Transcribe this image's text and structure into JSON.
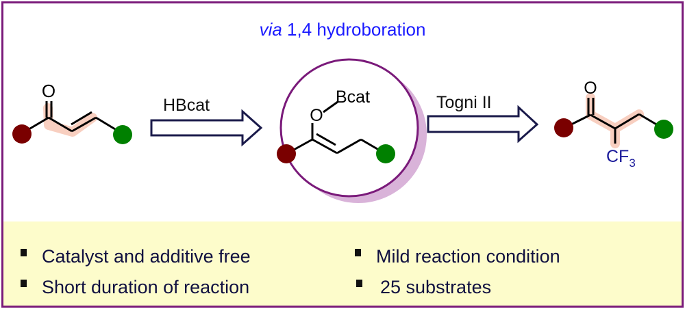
{
  "title": {
    "italic": "via",
    "rest": " 1,4 hydroboration"
  },
  "reagents": {
    "step1": "HBcat",
    "step2": "Togni II"
  },
  "intermediate": {
    "oxygen": "O",
    "boron_group": "Bcat"
  },
  "substrate": {
    "oxygen": "O"
  },
  "product": {
    "oxygen": "O",
    "cf3_main": "CF",
    "cf3_sub": "3"
  },
  "features": [
    "Catalyst and additive free",
    "Short duration of reaction",
    "Mild reaction condition",
    "25 substrates"
  ],
  "colors": {
    "frame": "#7a1a7a",
    "title": "#1a1aff",
    "r1": "#7a0000",
    "r2": "#008000",
    "highlight": "#f8cfc0",
    "circle_shadow": "#d9b3d9",
    "arrow": "#1a1a4a",
    "panel": "#fdfccb",
    "cf3": "#1a1a9a"
  }
}
